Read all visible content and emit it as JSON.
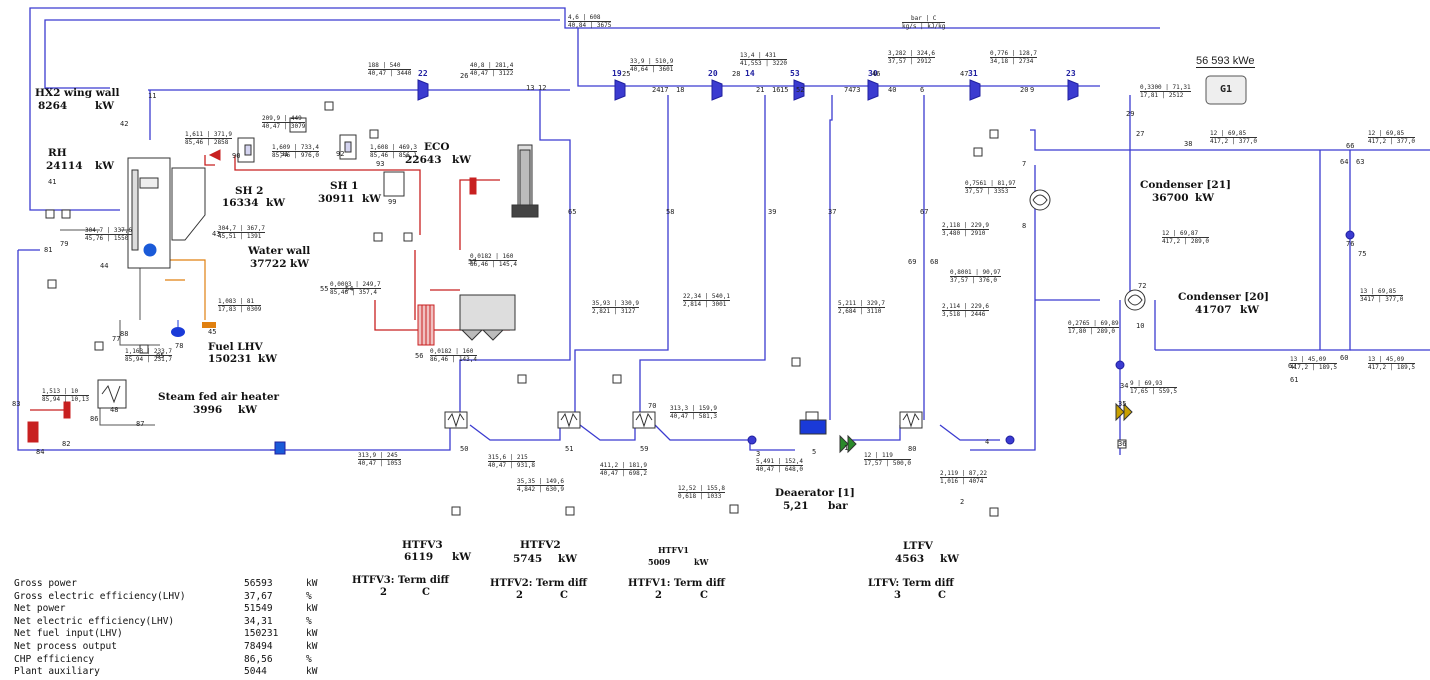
{
  "units_legend": {
    "top": "bar | C",
    "bottom": "kg/s | kJ/kg"
  },
  "generator": {
    "label": "G1",
    "power": "56 593 kWe"
  },
  "components": {
    "hx2_wing_wall": {
      "name": "HX2 wing wall",
      "value": "8264",
      "unit": "kW"
    },
    "rh": {
      "name": "RH",
      "value": "24114",
      "unit": "kW"
    },
    "sh2": {
      "name": "SH 2",
      "value": "16334",
      "unit": "kW"
    },
    "sh1": {
      "name": "SH 1",
      "value": "30911",
      "unit": "kW"
    },
    "eco": {
      "name": "ECO",
      "value": "22643",
      "unit": "kW"
    },
    "water_wall": {
      "name": "Water wall",
      "value": "37722",
      "unit": "kW"
    },
    "fuel_lhv": {
      "name": "Fuel LHV",
      "value": "150231",
      "unit": "kW"
    },
    "air_heater": {
      "name": "Steam fed air heater",
      "value": "3996",
      "unit": "kW"
    },
    "condenser21": {
      "name": "Condenser [21]",
      "value": "36700",
      "unit": "kW"
    },
    "condenser20": {
      "name": "Condenser [20]",
      "value": "41707",
      "unit": "kW"
    },
    "deaerator": {
      "name": "Deaerator [1]",
      "value": "5,21",
      "unit": "bar"
    },
    "htfv3": {
      "name": "HTFV3",
      "value": "6119",
      "unit": "kW"
    },
    "htfv2": {
      "name": "HTFV2",
      "value": "5745",
      "unit": "kW"
    },
    "htfv1": {
      "name": "HTFV1",
      "value": "5009",
      "unit": "kW"
    },
    "ltfv": {
      "name": "LTFV",
      "value": "4563",
      "unit": "kW"
    }
  },
  "term_diffs": [
    {
      "name": "HTFV3: Term diff",
      "v1": "2",
      "v2": "C"
    },
    {
      "name": "HTFV2: Term diff",
      "v1": "2",
      "v2": "C"
    },
    {
      "name": "HTFV1: Term diff",
      "v1": "2",
      "v2": "C"
    },
    {
      "name": "LTFV: Term diff",
      "v1": "3",
      "v2": "C"
    }
  ],
  "summary": [
    {
      "label": "Gross power",
      "value": "56593",
      "unit": "kW"
    },
    {
      "label": "Gross electric efficiency(LHV)",
      "value": "37,67",
      "unit": "%"
    },
    {
      "label": "Net power",
      "value": "51549",
      "unit": "kW"
    },
    {
      "label": "Net electric efficiency(LHV)",
      "value": "34,31",
      "unit": "%"
    },
    {
      "label": "Net fuel input(LHV)",
      "value": "150231",
      "unit": "kW"
    },
    {
      "label": "Net process output",
      "value": "78494",
      "unit": "kW"
    },
    {
      "label": "CHP efficiency",
      "value": "86,56",
      "unit": "%"
    },
    {
      "label": "Plant auxiliary",
      "value": "5044",
      "unit": "kW"
    }
  ],
  "turbines": [
    "22",
    "19",
    "20",
    "14",
    "53",
    "30",
    "31",
    "23"
  ],
  "node_numbers": [
    "11",
    "26",
    "13",
    "12",
    "25",
    "24",
    "17",
    "18",
    "28",
    "21",
    "16",
    "15",
    "52",
    "74",
    "73",
    "46",
    "40",
    "6",
    "47",
    "20",
    "9",
    "29",
    "27",
    "38",
    "63",
    "64",
    "66",
    "62",
    "61",
    "60",
    "57",
    "56",
    "55",
    "54",
    "41",
    "42",
    "43",
    "44",
    "45",
    "48",
    "50",
    "51",
    "59",
    "70",
    "80",
    "3",
    "5",
    "1",
    "2",
    "4",
    "7",
    "8",
    "10",
    "34",
    "35",
    "36",
    "37",
    "39",
    "58",
    "65",
    "67",
    "68",
    "69",
    "72",
    "75",
    "76",
    "77",
    "78",
    "79",
    "81",
    "82",
    "83",
    "84",
    "85",
    "86",
    "87",
    "88",
    "90",
    "91",
    "92",
    "93",
    "99"
  ],
  "streams": [
    {
      "id": "s11",
      "top": "188 | 540",
      "bottom": "40,47 | 3440"
    },
    {
      "id": "s26",
      "top": "40,8 | 281,4",
      "bottom": "40,47 | 3122"
    },
    {
      "id": "s25",
      "top": "33,9 | 510,9",
      "bottom": "40,64 | 3601"
    },
    {
      "id": "s28",
      "top": "13,4 | 431",
      "bottom": "41,553 | 3220"
    },
    {
      "id": "s46",
      "top": "3,282 | 324,6",
      "bottom": "37,57 | 2912"
    },
    {
      "id": "s47",
      "top": "0,776 | 128,7",
      "bottom": "34,18 | 2734"
    },
    {
      "id": "s29",
      "top": "0,3300 | 71,31",
      "bottom": "17,81 | 2512"
    },
    {
      "id": "s38",
      "top": "12 | 69,85",
      "bottom": "417,2 | 377,0"
    },
    {
      "id": "s63",
      "top": "12 | 69,85",
      "bottom": "417,2 | 377,0"
    },
    {
      "id": "s37",
      "top": "12 | 69,87",
      "bottom": "417,2 | 289,0"
    },
    {
      "id": "s44",
      "top": "4,6 | 608",
      "bottom": "40,84 | 3675"
    },
    {
      "id": "s43",
      "top": "1,611 | 371,9",
      "bottom": "85,46 | 2858"
    },
    {
      "id": "s49",
      "top": "209,9 | 449",
      "bottom": "40,47 | 3079"
    },
    {
      "id": "s66",
      "top": "1,609 | 733,4",
      "bottom": "85,46 | 976,0"
    },
    {
      "id": "s65",
      "top": "1,608 | 469,3",
      "bottom": "85,46 | 856,1"
    },
    {
      "id": "s55",
      "top": "304,7 | 337,6",
      "bottom": "45,76 | 1550"
    },
    {
      "id": "s45",
      "top": "304,7 | 367,7",
      "bottom": "45,51 | 1391"
    },
    {
      "id": "s76",
      "top": "1,083 | 81",
      "bottom": "17,83 | 0309"
    },
    {
      "id": "s54",
      "top": "0,0003 | 249,7",
      "bottom": "85,46 | 357,4"
    },
    {
      "id": "s57",
      "top": "0,0182 | 160",
      "bottom": "86,46 | 145,4"
    },
    {
      "id": "s59",
      "top": "0,0182 | 160",
      "bottom": "86,46 | 143,4"
    },
    {
      "id": "s60",
      "top": "1,163 | 233,7",
      "bottom": "85,94 | 231,7"
    },
    {
      "id": "s24",
      "top": "35,93 | 330,9",
      "bottom": "2,821 | 3127"
    },
    {
      "id": "s23",
      "top": "22,34 | 540,1",
      "bottom": "2,814 | 3001"
    },
    {
      "id": "s34",
      "top": "313,3 | 159,9",
      "bottom": "40,47 | 581,3"
    },
    {
      "id": "s22",
      "top": "5,211 | 329,7",
      "bottom": "2,684 | 3110"
    },
    {
      "id": "s31",
      "top": "0,8001 | 90,97",
      "bottom": "37,57 | 376,0"
    },
    {
      "id": "s41",
      "top": "2,114 | 229,6",
      "bottom": "3,518 | 2446"
    },
    {
      "id": "s32",
      "top": "2,118 | 229,9",
      "bottom": "3,480 | 2910"
    },
    {
      "id": "s10",
      "top": "0,7561 | 81,97",
      "bottom": "37,57 | 3353"
    },
    {
      "id": "s36",
      "top": "0,2765 | 69,89",
      "bottom": "17,80 | 289,0"
    },
    {
      "id": "s35",
      "top": "13 | 69,85",
      "bottom": "3417 | 377,0"
    },
    {
      "id": "s82",
      "top": "13 | 45,09",
      "bottom": "417,2 | 189,5"
    },
    {
      "id": "s33",
      "top": "13 | 45,09",
      "bottom": "417,2 | 189,5"
    },
    {
      "id": "s52",
      "top": "9 | 69,93",
      "bottom": "17,65 | 559,5"
    },
    {
      "id": "s99",
      "top": "313,9 | 245",
      "bottom": "40,47 | 1053"
    },
    {
      "id": "s2",
      "top": "315,6 | 215",
      "bottom": "40,47 | 931,8"
    },
    {
      "id": "s3",
      "top": "35,35 | 149,6",
      "bottom": "4,842 | 630,9"
    },
    {
      "id": "s4",
      "top": "411,2 | 181,9",
      "bottom": "40,47 | 698,2"
    },
    {
      "id": "s6",
      "top": "12,52 | 155,8",
      "bottom": "0,618 | 1033"
    },
    {
      "id": "s1",
      "top": "5,491 | 152,4",
      "bottom": "40,47 | 648,0"
    },
    {
      "id": "s8",
      "top": "12 | 119",
      "bottom": "17,57 | 500,0"
    },
    {
      "id": "s7",
      "top": "2,119 | 87,22",
      "bottom": "1,016 | 4074"
    },
    {
      "id": "s18",
      "top": "1,513 | 10",
      "bottom": "85,94 | 10,13"
    }
  ]
}
